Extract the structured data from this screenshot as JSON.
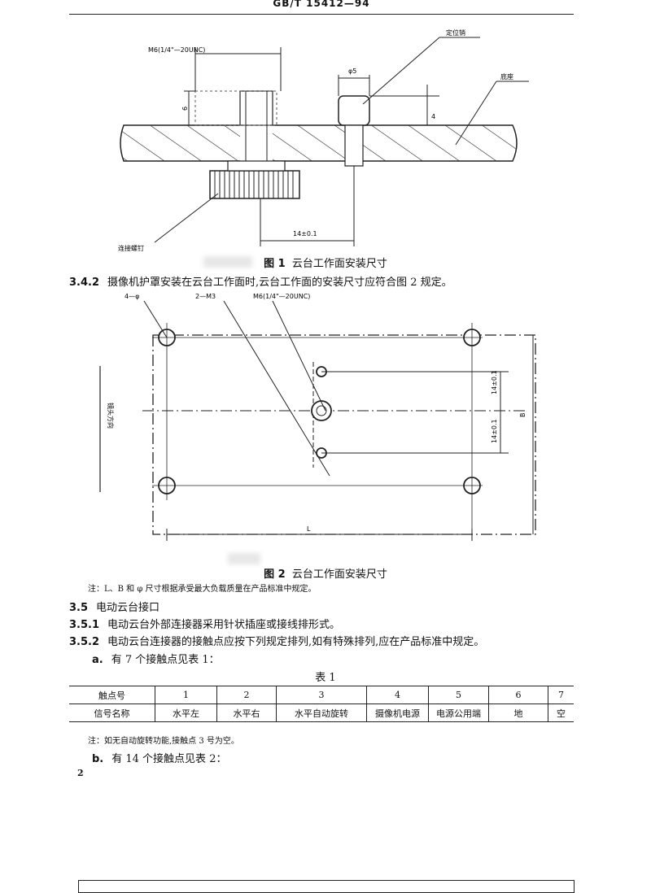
{
  "header": {
    "standard_no": "GB/T 15412—94"
  },
  "fig1": {
    "thread_label": "M6(1/4\"—20UNC)",
    "pin_label": "定位销",
    "base_label": "底座",
    "dia": "φ5",
    "height": "6",
    "depth": "4",
    "spacing": "14±0.1",
    "screw_label": "连接螺钉",
    "caption_no": "图 1",
    "caption_text": "云台工作面安装尺寸"
  },
  "sec342": {
    "num": "3.4.2",
    "text": "摄像机护罩安装在云台工作面时,云台工作面的安装尺寸应符合图 2 规定。"
  },
  "fig2": {
    "hole4_label": "4—φ",
    "m3_label": "2—M3",
    "thread_label": "M6(1/4\"—20UNC)",
    "lens_dir": "镜头方向",
    "dim_upper": "14±0.1",
    "dim_lower": "14±0.1",
    "dim_B": "B",
    "dim_L": "L",
    "caption_no": "图 2",
    "caption_text": "云台工作面安装尺寸",
    "note": "注：L、B 和 φ 尺寸根据承受最大负载质量在产品标准中规定。"
  },
  "sec35": {
    "num": "3.5",
    "text": "电动云台接口"
  },
  "sec351": {
    "num": "3.5.1",
    "text": "电动云台外部连接器采用针状插座或接线排形式。"
  },
  "sec352": {
    "num": "3.5.2",
    "text": "电动云台连接器的接触点应按下列规定排列,如有特殊排列,应在产品标准中规定。"
  },
  "item_a": {
    "num": "a.",
    "text": "有 7 个接触点见表 1："
  },
  "table1": {
    "title": "表 1",
    "header": [
      "触点号",
      "1",
      "2",
      "3",
      "4",
      "5",
      "6",
      "7"
    ],
    "row": [
      "信号名称",
      "水平左",
      "水平右",
      "水平自动旋转",
      "摄像机电源",
      "电源公用端",
      "地",
      "空"
    ],
    "note": "注：如无自动旋转功能,接触点 3 号为空。"
  },
  "item_b": {
    "num": "b.",
    "text": "有 14 个接触点见表 2："
  },
  "page_no": "2"
}
